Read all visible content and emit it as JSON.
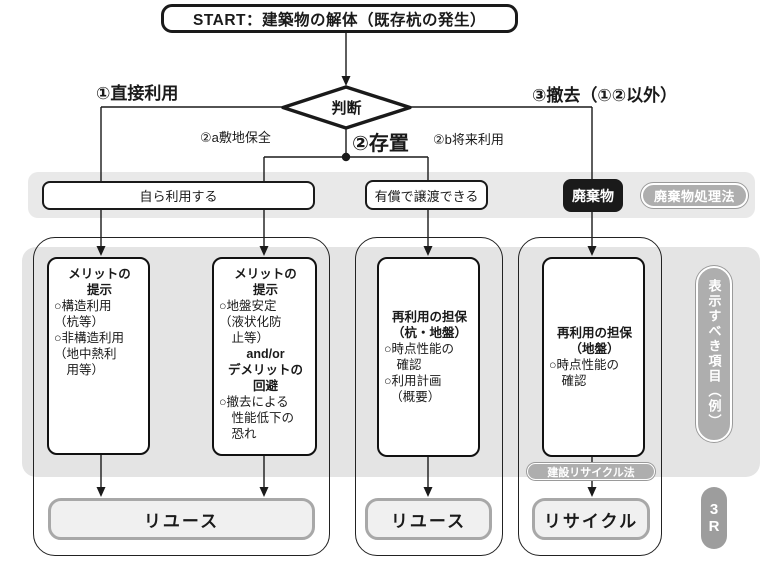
{
  "start": {
    "label": "START：建築物の解体（既存杭の発生）"
  },
  "decision": {
    "label": "判断"
  },
  "branches": {
    "direct_use": "①直接利用",
    "leave_in_place": "②存置",
    "site_preservation": "②a敷地保全",
    "future_use": "②b将来利用",
    "removal": "③撤去（①②以外）"
  },
  "band": {
    "self_use": "自ら利用する",
    "paid_transfer": "有償で譲渡できる",
    "waste": "廃棄物",
    "waste_law": "廃棄物処理法"
  },
  "columns": [
    {
      "centered": false,
      "segments": [
        {
          "style": "heading",
          "lines": [
            "メリットの",
            "提示"
          ]
        },
        {
          "style": "body",
          "lines": [
            "○構造利用",
            "（杭等）",
            "○非構造利用",
            "（地中熱利",
            "　用等）"
          ]
        }
      ]
    },
    {
      "centered": false,
      "segments": [
        {
          "style": "heading",
          "lines": [
            "メリットの",
            "提示"
          ]
        },
        {
          "style": "body",
          "lines": [
            "○地盤安定",
            "（液状化防",
            "　止等）"
          ]
        },
        {
          "style": "heading",
          "lines": [
            "and/or"
          ]
        },
        {
          "style": "heading",
          "lines": [
            "デメリットの",
            "回避"
          ]
        },
        {
          "style": "body",
          "lines": [
            "○撤去による",
            "　性能低下の",
            "　恐れ"
          ]
        }
      ]
    },
    {
      "centered": true,
      "segments": [
        {
          "style": "heading",
          "lines": [
            "再利用の担保",
            "（杭・地盤）"
          ]
        },
        {
          "style": "body",
          "lines": [
            "○時点性能の",
            "　確認",
            "○利用計画",
            "　（概要）"
          ]
        }
      ]
    },
    {
      "centered": true,
      "segments": [
        {
          "style": "heading",
          "lines": [
            "再利用の担保",
            "（地盤）"
          ]
        },
        {
          "style": "body",
          "lines": [
            "○時点性能の",
            "　確認"
          ]
        }
      ]
    }
  ],
  "outcomes": {
    "reuse_wide": "リユース",
    "reuse": "リユース",
    "recycle": "リサイクル"
  },
  "side": {
    "display_items": "表示すべき項目（例）",
    "recycle_law": "建設リサイクル法",
    "three_r_top": "3",
    "three_r_bottom": "R"
  },
  "colors": {
    "line": "#1a1a1a",
    "band": "#e9e9e9",
    "panel": "#e4e4e4",
    "pill": "#aeaeae",
    "pill-dark": "#9d9d9d",
    "outcome-fill": "#f0f0f0",
    "outcome-border": "#a8a8a8",
    "black-box": "#1a1a1a"
  }
}
